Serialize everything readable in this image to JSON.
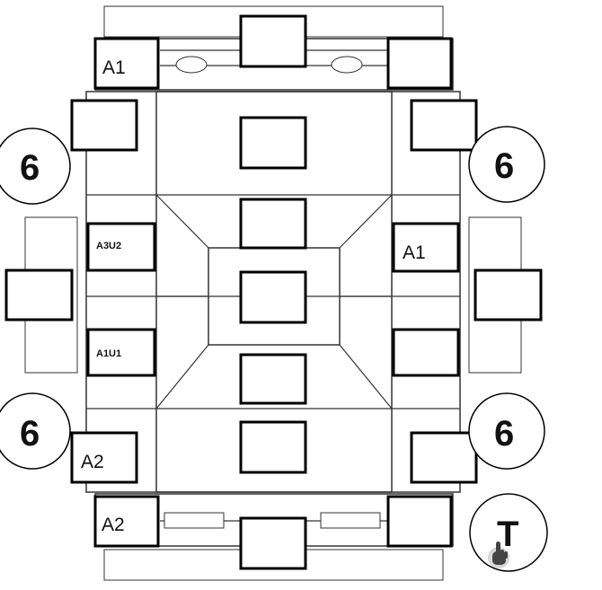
{
  "diagram": {
    "labels": {
      "a1_top_left": "A1",
      "a1_right": "A1",
      "a2_left": "A2",
      "a2_bottom_left": "A2",
      "a3u2": "A3U2",
      "a1u1": "A1U1",
      "six_top_left": "6",
      "six_top_right": "6",
      "six_bottom_left": "6",
      "six_bottom_right": "6",
      "t_tool": "T"
    },
    "colors": {
      "line": "#333333",
      "box_stroke": "#000000",
      "background": "#ffffff"
    },
    "icons": {
      "cursor": "hand-pointer-icon"
    }
  }
}
